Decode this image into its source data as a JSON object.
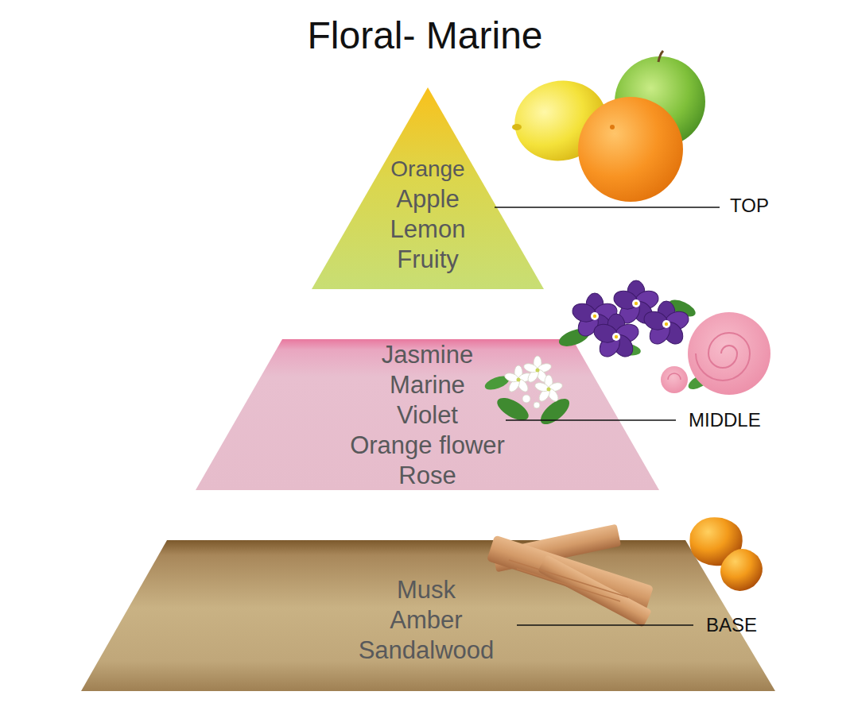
{
  "diagram": {
    "title": "Floral- Marine",
    "nodes": [
      {
        "text": [
          "Orange",
          "Apple",
          "Lemon",
          "Fruity"
        ]
      },
      {
        "text": [
          "Jasmine",
          "Marine",
          "Violet",
          "Orange flower",
          "Rose"
        ]
      },
      {
        "text": [
          "Musk",
          "Amber",
          "Sandalwood"
        ]
      }
    ],
    "labels": [
      "TOP",
      "MIDDLE",
      "BASE"
    ]
  }
}
